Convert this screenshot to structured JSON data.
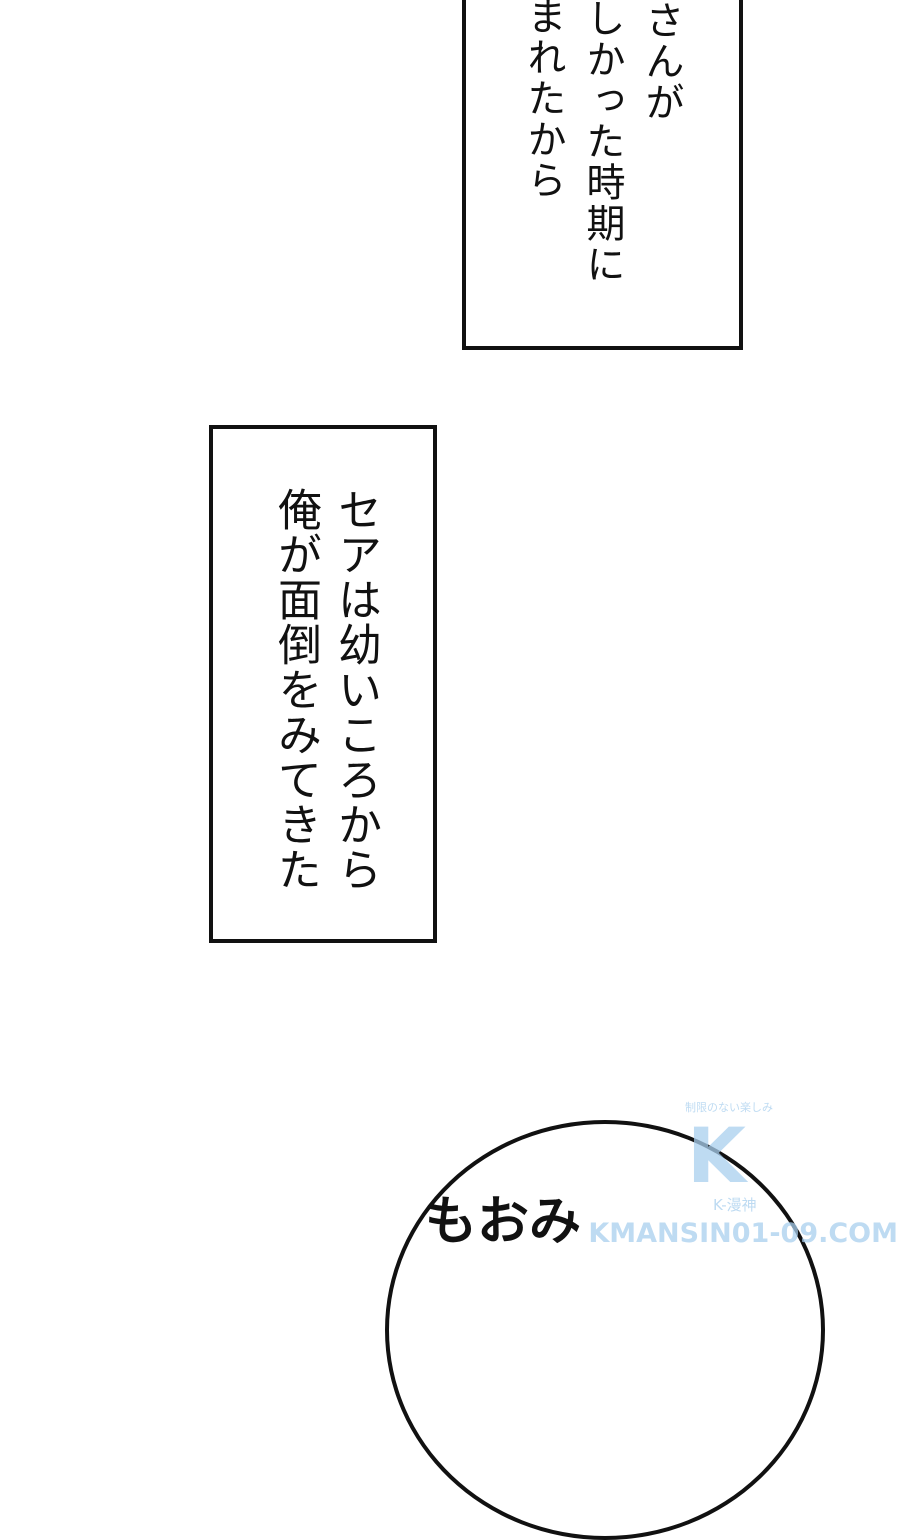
{
  "panels": [
    {
      "columns": [
        "さんが",
        "しかった時期に",
        "まれたから"
      ]
    },
    {
      "columns": [
        "セアは幼いころから",
        "俺が面倒をみてきた"
      ]
    }
  ],
  "bubble": {
    "text": "もおみ"
  },
  "watermark": {
    "tagline": "制限のない楽しみ",
    "logo": "K",
    "sub": "K-漫神",
    "url": "KMANSIN01-09.COM",
    "color": "#a9cfee"
  }
}
